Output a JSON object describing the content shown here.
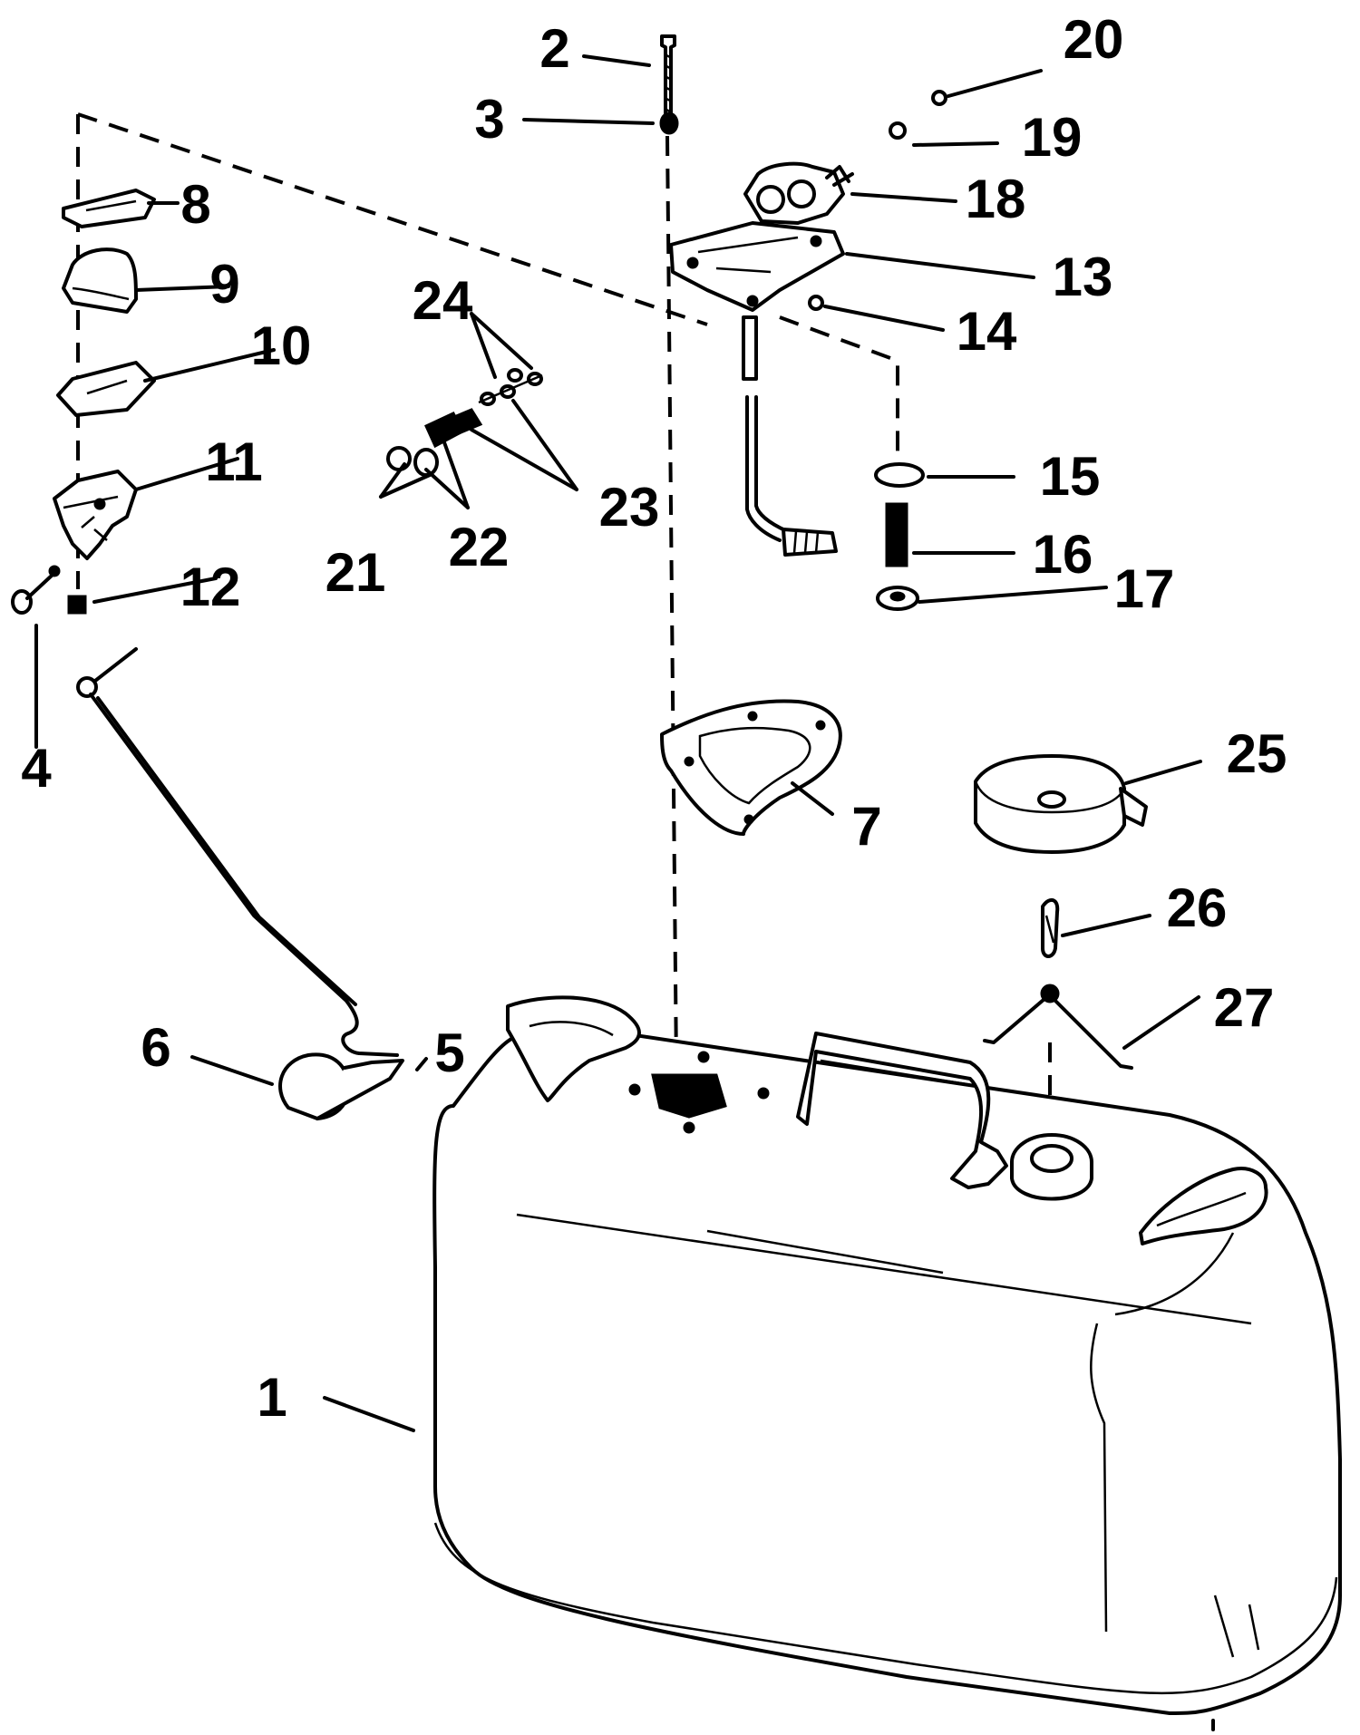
{
  "diagram": {
    "type": "exploded-parts-diagram",
    "subject": "fuel tank assembly",
    "colors": {
      "ink": "#000000",
      "paper": "#ffffff"
    },
    "callouts": [
      "1",
      "2",
      "3",
      "4",
      "5",
      "6",
      "7",
      "8",
      "9",
      "10",
      "11",
      "12",
      "13",
      "14",
      "15",
      "16",
      "17",
      "18",
      "19",
      "20",
      "21",
      "22",
      "23",
      "24",
      "25",
      "26",
      "27"
    ]
  }
}
